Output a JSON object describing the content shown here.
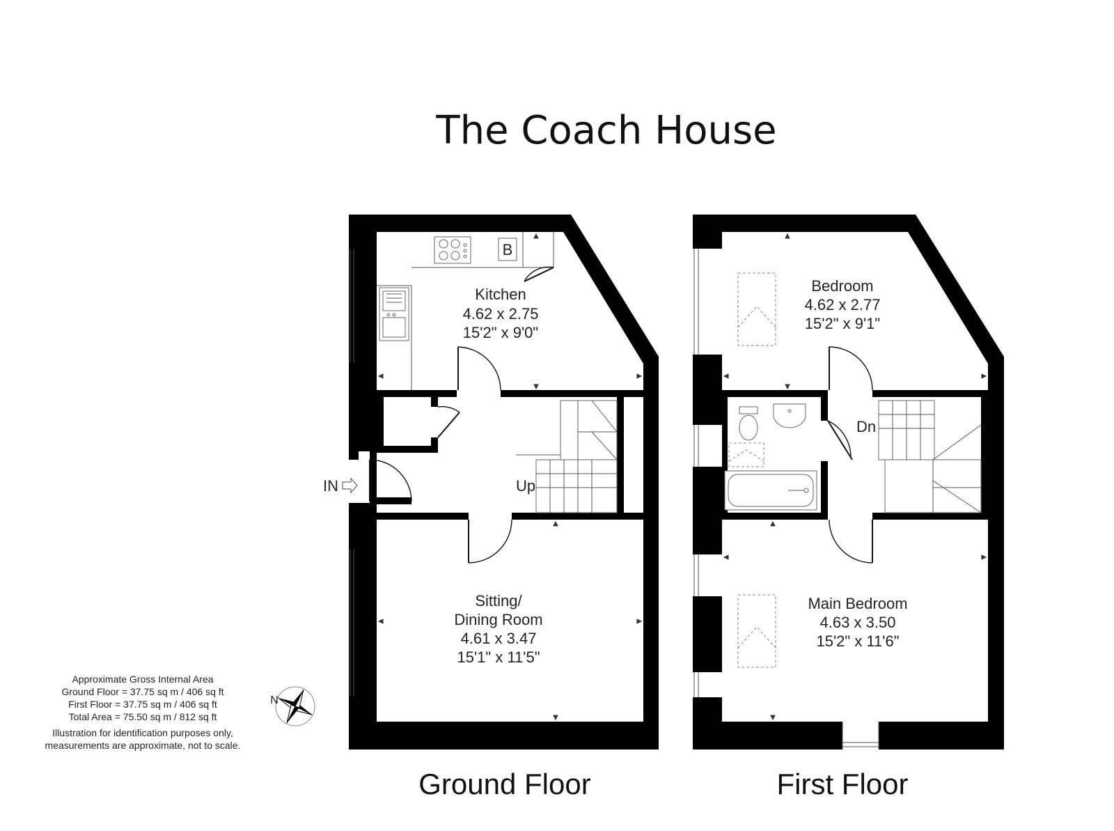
{
  "title": "The Coach House",
  "floors": {
    "ground": {
      "label": "Ground Floor",
      "rooms": {
        "kitchen": {
          "name": "Kitchen",
          "metric": "4.62 x 2.75",
          "imperial": "15'2\" x 9'0\""
        },
        "sitting": {
          "name_line1": "Sitting/",
          "name_line2": "Dining Room",
          "metric": "4.61 x 3.47",
          "imperial": "15'1\" x 11'5\""
        }
      },
      "labels": {
        "entrance": "IN",
        "stairs": "Up",
        "boiler": "B"
      }
    },
    "first": {
      "label": "First Floor",
      "rooms": {
        "bedroom": {
          "name": "Bedroom",
          "metric": "4.62 x 2.77",
          "imperial": "15'2\" x 9'1\""
        },
        "main_bedroom": {
          "name": "Main Bedroom",
          "metric": "4.63 x 3.50",
          "imperial": "15'2\" x 11'6\""
        }
      },
      "labels": {
        "stairs": "Dn"
      }
    }
  },
  "area_note": {
    "lines": [
      "Approximate Gross Internal Area",
      "Ground Floor = 37.75 sq m / 406 sq ft",
      "First Floor = 37.75 sq m / 406 sq ft",
      "Total Area = 75.50 sq m / 812 sq ft",
      "Illustration for identification purposes only,",
      "measurements are approximate, not to scale."
    ]
  },
  "compass": {
    "label": "N",
    "icon": "compass-rose-icon"
  },
  "colors": {
    "wall": "#000000",
    "background": "#ffffff"
  }
}
